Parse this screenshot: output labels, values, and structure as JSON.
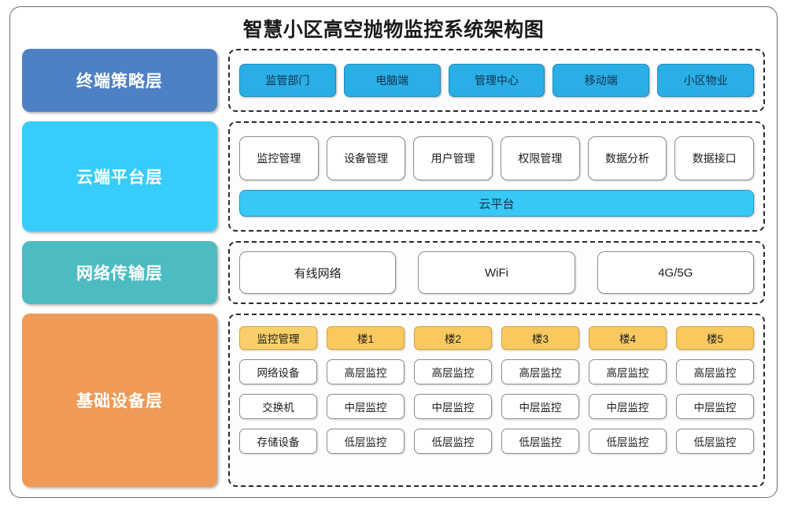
{
  "title": "智慧小区高空抛物监控系统架构图",
  "colors": {
    "terminal_layer": "#4e80c4",
    "cloud_layer": "#38ccfa",
    "network_layer": "#4dbcc2",
    "device_layer": "#ef9a56",
    "terminal_chip": "#29aee6",
    "cloud_bar": "#38c8f6",
    "building_head": "#f9c960",
    "infra_head": "#f9cf6a",
    "dashed_border": "#2b2b2b",
    "outer_frame": "#6b6b6b"
  },
  "layers": [
    {
      "id": "terminal",
      "label": "终端策略层",
      "items": [
        "监管部门",
        "电脑端",
        "管理中心",
        "移动端",
        "小区物业"
      ]
    },
    {
      "id": "cloud",
      "label": "云端平台层",
      "items": [
        "监控管理",
        "设备管理",
        "用户管理",
        "权限管理",
        "数据分析",
        "数据接口"
      ],
      "platform_bar": "云平台"
    },
    {
      "id": "network",
      "label": "网络传输层",
      "items": [
        "有线网络",
        "WiFi",
        "4G/5G"
      ]
    },
    {
      "id": "device",
      "label": "基础设备层",
      "columns": [
        {
          "head": "监控管理",
          "kind": "infra",
          "cells": [
            "网络设备",
            "交换机",
            "存储设备"
          ]
        },
        {
          "head": "楼1",
          "kind": "building",
          "cells": [
            "高层监控",
            "中层监控",
            "低层监控"
          ]
        },
        {
          "head": "楼2",
          "kind": "building",
          "cells": [
            "高层监控",
            "中层监控",
            "低层监控"
          ]
        },
        {
          "head": "楼3",
          "kind": "building",
          "cells": [
            "高层监控",
            "中层监控",
            "低层监控"
          ]
        },
        {
          "head": "楼4",
          "kind": "building",
          "cells": [
            "高层监控",
            "中层监控",
            "低层监控"
          ]
        },
        {
          "head": "楼5",
          "kind": "building",
          "cells": [
            "高层监控",
            "中层监控",
            "低层监控"
          ]
        }
      ]
    }
  ]
}
